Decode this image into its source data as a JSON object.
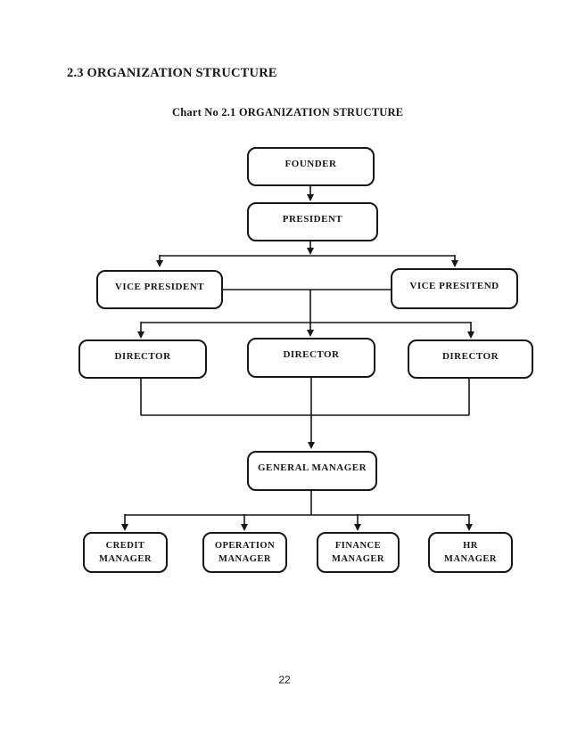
{
  "page": {
    "heading": "2.3 ORGANIZATION STRUCTURE",
    "chart_caption": "Chart No 2.1 ORGANIZATION STRUCTURE",
    "page_number": "22"
  },
  "nodes": {
    "founder": {
      "label": "FOUNDER"
    },
    "president": {
      "label": "PRESIDENT"
    },
    "vp_left": {
      "label": "VICE PRESIDENT"
    },
    "vp_right": {
      "label": "VICE PRESITEND"
    },
    "director_1": {
      "label": "DIRECTOR"
    },
    "director_2": {
      "label": "DIRECTOR"
    },
    "director_3": {
      "label": "DIRECTOR"
    },
    "general_manager": {
      "label": "GENERAL MANAGER"
    },
    "credit_manager": {
      "label": "CREDIT\nMANAGER"
    },
    "operation_manager": {
      "label": "OPERATION\nMANAGER"
    },
    "finance_manager": {
      "label": "FINANCE\nMANAGER"
    },
    "hr_manager": {
      "label": "HR\nMANAGER"
    }
  },
  "structure": [
    {
      "parent": "FOUNDER",
      "children": [
        "PRESIDENT"
      ]
    },
    {
      "parent": "PRESIDENT",
      "children": [
        "VICE PRESIDENT",
        "VICE PRESITEND"
      ]
    },
    {
      "parent": "VICE PRESIDENTS",
      "children": [
        "DIRECTOR",
        "DIRECTOR",
        "DIRECTOR"
      ]
    },
    {
      "parent": "DIRECTORS",
      "children": [
        "GENERAL MANAGER"
      ]
    },
    {
      "parent": "GENERAL MANAGER",
      "children": [
        "CREDIT MANAGER",
        "OPERATION MANAGER",
        "FINANCE MANAGER",
        "HR MANAGER"
      ]
    }
  ],
  "colors": {
    "background": "#ffffff",
    "box_border": "#161616",
    "connector_line": "#161616",
    "text": "#161616"
  }
}
